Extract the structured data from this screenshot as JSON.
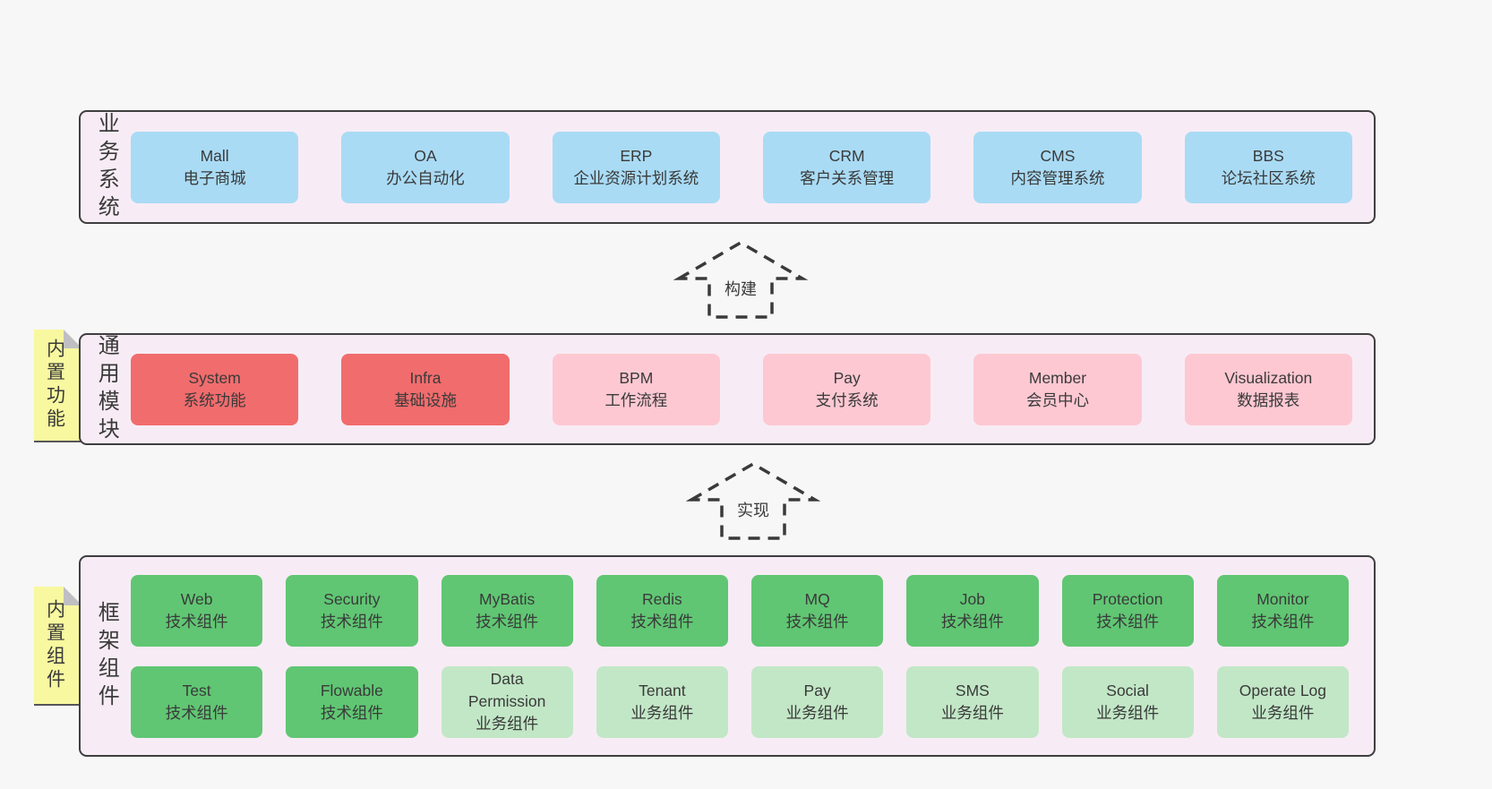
{
  "diagram": {
    "arrows": [
      {
        "id": "build",
        "label": "构建"
      },
      {
        "id": "implement",
        "label": "实现"
      }
    ],
    "layers": {
      "business": {
        "side_label": "业务系统",
        "boxes": [
          {
            "name": "Mall",
            "desc": "电子商城",
            "variant": "blue"
          },
          {
            "name": "OA",
            "desc": "办公自动化",
            "variant": "blue"
          },
          {
            "name": "ERP",
            "desc": "企业资源计划系统",
            "variant": "blue"
          },
          {
            "name": "CRM",
            "desc": "客户关系管理",
            "variant": "blue"
          },
          {
            "name": "CMS",
            "desc": "内容管理系统",
            "variant": "blue"
          },
          {
            "name": "BBS",
            "desc": "论坛社区系统",
            "variant": "blue"
          }
        ]
      },
      "modules": {
        "side_label": "通用模块",
        "tag": "内置功能",
        "boxes": [
          {
            "name": "System",
            "desc": "系统功能",
            "variant": "red"
          },
          {
            "name": "Infra",
            "desc": "基础设施",
            "variant": "red"
          },
          {
            "name": "BPM",
            "desc": "工作流程",
            "variant": "pink"
          },
          {
            "name": "Pay",
            "desc": "支付系统",
            "variant": "pink"
          },
          {
            "name": "Member",
            "desc": "会员中心",
            "variant": "pink"
          },
          {
            "name": "Visualization",
            "desc": "数据报表",
            "variant": "pink"
          }
        ]
      },
      "components": {
        "side_label": "框架组件",
        "tag": "内置组件",
        "rows": [
          [
            {
              "name": "Web",
              "desc": "技术组件",
              "variant": "green"
            },
            {
              "name": "Security",
              "desc": "技术组件",
              "variant": "green"
            },
            {
              "name": "MyBatis",
              "desc": "技术组件",
              "variant": "green"
            },
            {
              "name": "Redis",
              "desc": "技术组件",
              "variant": "green"
            },
            {
              "name": "MQ",
              "desc": "技术组件",
              "variant": "green"
            },
            {
              "name": "Job",
              "desc": "技术组件",
              "variant": "green"
            },
            {
              "name": "Protection",
              "desc": "技术组件",
              "variant": "green"
            },
            {
              "name": "Monitor",
              "desc": "技术组件",
              "variant": "green"
            }
          ],
          [
            {
              "name": "Test",
              "desc": "技术组件",
              "variant": "green"
            },
            {
              "name": "Flowable",
              "desc": "技术组件",
              "variant": "green"
            },
            {
              "name": "Data Permission",
              "desc": "业务组件",
              "variant": "lightgreen"
            },
            {
              "name": "Tenant",
              "desc": "业务组件",
              "variant": "lightgreen"
            },
            {
              "name": "Pay",
              "desc": "业务组件",
              "variant": "lightgreen"
            },
            {
              "name": "SMS",
              "desc": "业务组件",
              "variant": "lightgreen"
            },
            {
              "name": "Social",
              "desc": "业务组件",
              "variant": "lightgreen"
            },
            {
              "name": "Operate Log",
              "desc": "业务组件",
              "variant": "lightgreen"
            }
          ]
        ]
      }
    },
    "colors": {
      "blue": "#a9dbf5",
      "red": "#f16c6d",
      "pink": "#fdc8d2",
      "green": "#60c673",
      "lightgreen": "#c2e7c6",
      "tag_yellow": "#f8f8a0",
      "panel_bg": "#f7ecf5",
      "page_bg": "#f7f7f7",
      "border": "#3f3f3f",
      "text": "#3a3a3a"
    }
  }
}
